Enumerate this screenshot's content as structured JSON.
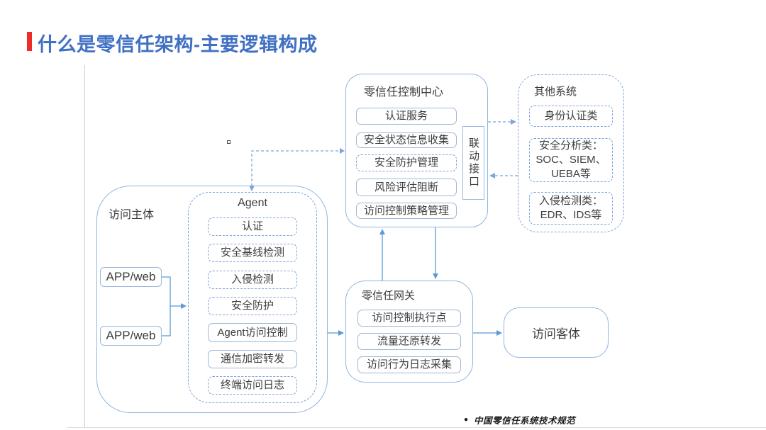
{
  "page": {
    "title": "什么是零信任架构-主要逻辑构成",
    "footnote_bullet": "●",
    "footnote": "中国零信任系统技术规范"
  },
  "colors": {
    "title_blue": "#4070c4",
    "accent_red": "#ee2b26",
    "solid_line_blue": "#5b9bd5",
    "dashed_line_blue": "#7da4d9",
    "box_border_blue": "#9cb7da"
  },
  "access_subject": {
    "label": "访问主体",
    "node1": "APP/web",
    "node2": "APP/web"
  },
  "agent": {
    "label": "Agent",
    "items": [
      {
        "label": "认证"
      },
      {
        "label": "安全基线检测"
      },
      {
        "label": "入侵检测"
      },
      {
        "label": "安全防护"
      },
      {
        "label": "Agent访问控制"
      },
      {
        "label": "通信加密转发"
      },
      {
        "label": "终端访问日志"
      }
    ]
  },
  "control_center": {
    "label": "零信任控制中心",
    "items": [
      {
        "label": "认证服务"
      },
      {
        "label": "安全状态信息收集"
      },
      {
        "label": "安全防护管理"
      },
      {
        "label": "风险评估阻断"
      },
      {
        "label": "访问控制策略管理"
      }
    ],
    "linkage_interface": "联动接口"
  },
  "other_systems": {
    "label": "其他系统",
    "items": [
      {
        "label": "身份认证类"
      },
      {
        "label": "安全分析类：\nSOC、SIEM、\nUEBA等"
      },
      {
        "label": "入侵检测类：\nEDR、IDS等"
      }
    ]
  },
  "gateway": {
    "label": "零信任网关",
    "items": [
      {
        "label": "访问控制执行点"
      },
      {
        "label": "流量还原转发"
      },
      {
        "label": "访问行为日志采集"
      }
    ]
  },
  "access_object": {
    "label": "访问客体"
  }
}
